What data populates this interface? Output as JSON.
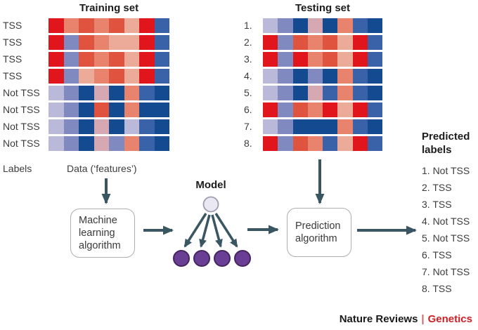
{
  "palette": {
    "red": "#e1161d",
    "redMed": "#e0533f",
    "salmon": "#e8836e",
    "salmonLight": "#ecaa98",
    "pinkPale": "#d6a8b2",
    "lavender": "#bbb9da",
    "slateBlue": "#8189c1",
    "blueMed": "#3a62a8",
    "navy": "#134a90",
    "arrow": "#3a5663",
    "purpleNode": "#6a3e95",
    "purpleNodeBorder": "#44265f",
    "modelTopFill": "#eae8f3",
    "modelTopBorder": "#9f9cb0",
    "brandRed": "#cf2027"
  },
  "training": {
    "title": "Training set",
    "labels_caption": "Labels",
    "data_caption": "Data (‘features’)",
    "rows": [
      {
        "label": "TSS",
        "cells": [
          "red",
          "salmon",
          "redMed",
          "salmon",
          "redMed",
          "salmonLight",
          "red",
          "blueMed"
        ]
      },
      {
        "label": "TSS",
        "cells": [
          "red",
          "slateBlue",
          "redMed",
          "salmon",
          "salmonLight",
          "salmonLight",
          "red",
          "blueMed"
        ]
      },
      {
        "label": "TSS",
        "cells": [
          "red",
          "slateBlue",
          "redMed",
          "salmon",
          "redMed",
          "salmonLight",
          "red",
          "blueMed"
        ]
      },
      {
        "label": "TSS",
        "cells": [
          "red",
          "slateBlue",
          "salmonLight",
          "salmon",
          "redMed",
          "salmonLight",
          "red",
          "blueMed"
        ]
      },
      {
        "label": "Not TSS",
        "cells": [
          "lavender",
          "slateBlue",
          "navy",
          "pinkPale",
          "navy",
          "salmon",
          "blueMed",
          "navy"
        ]
      },
      {
        "label": "Not TSS",
        "cells": [
          "lavender",
          "slateBlue",
          "navy",
          "redMed",
          "navy",
          "salmon",
          "navy",
          "navy"
        ]
      },
      {
        "label": "Not TSS",
        "cells": [
          "lavender",
          "slateBlue",
          "navy",
          "pinkPale",
          "navy",
          "lavender",
          "blueMed",
          "navy"
        ]
      },
      {
        "label": "Not TSS",
        "cells": [
          "lavender",
          "slateBlue",
          "navy",
          "pinkPale",
          "slateBlue",
          "salmon",
          "blueMed",
          "navy"
        ]
      }
    ]
  },
  "testing": {
    "title": "Testing set",
    "rows": [
      {
        "label": "1.",
        "cells": [
          "lavender",
          "slateBlue",
          "navy",
          "pinkPale",
          "navy",
          "salmon",
          "blueMed",
          "navy"
        ]
      },
      {
        "label": "2.",
        "cells": [
          "red",
          "slateBlue",
          "redMed",
          "salmon",
          "redMed",
          "salmonLight",
          "red",
          "blueMed"
        ]
      },
      {
        "label": "3.",
        "cells": [
          "red",
          "slateBlue",
          "red",
          "salmon",
          "redMed",
          "salmonLight",
          "red",
          "blueMed"
        ]
      },
      {
        "label": "4.",
        "cells": [
          "lavender",
          "slateBlue",
          "navy",
          "slateBlue",
          "navy",
          "salmon",
          "blueMed",
          "navy"
        ]
      },
      {
        "label": "5.",
        "cells": [
          "lavender",
          "slateBlue",
          "navy",
          "pinkPale",
          "blueMed",
          "salmon",
          "blueMed",
          "navy"
        ]
      },
      {
        "label": "6.",
        "cells": [
          "red",
          "slateBlue",
          "redMed",
          "salmon",
          "red",
          "salmonLight",
          "red",
          "blueMed"
        ]
      },
      {
        "label": "7.",
        "cells": [
          "lavender",
          "slateBlue",
          "navy",
          "navy",
          "navy",
          "salmon",
          "blueMed",
          "navy"
        ]
      },
      {
        "label": "8.",
        "cells": [
          "red",
          "slateBlue",
          "redMed",
          "salmon",
          "blueMed",
          "salmonLight",
          "red",
          "blueMed"
        ]
      }
    ]
  },
  "model": {
    "title": "Model"
  },
  "flow": {
    "ml_box": "Machine learning algorithm",
    "prediction_box": "Prediction algorithm"
  },
  "predicted": {
    "heading": "Predicted labels",
    "items": [
      "1. Not TSS",
      "2. TSS",
      "3. TSS",
      "4. Not TSS",
      "5. Not TSS",
      "6. TSS",
      "7. Not TSS",
      "8. TSS"
    ]
  },
  "footer": {
    "brand": "Nature Reviews",
    "separator": "|",
    "journal": "Genetics"
  }
}
